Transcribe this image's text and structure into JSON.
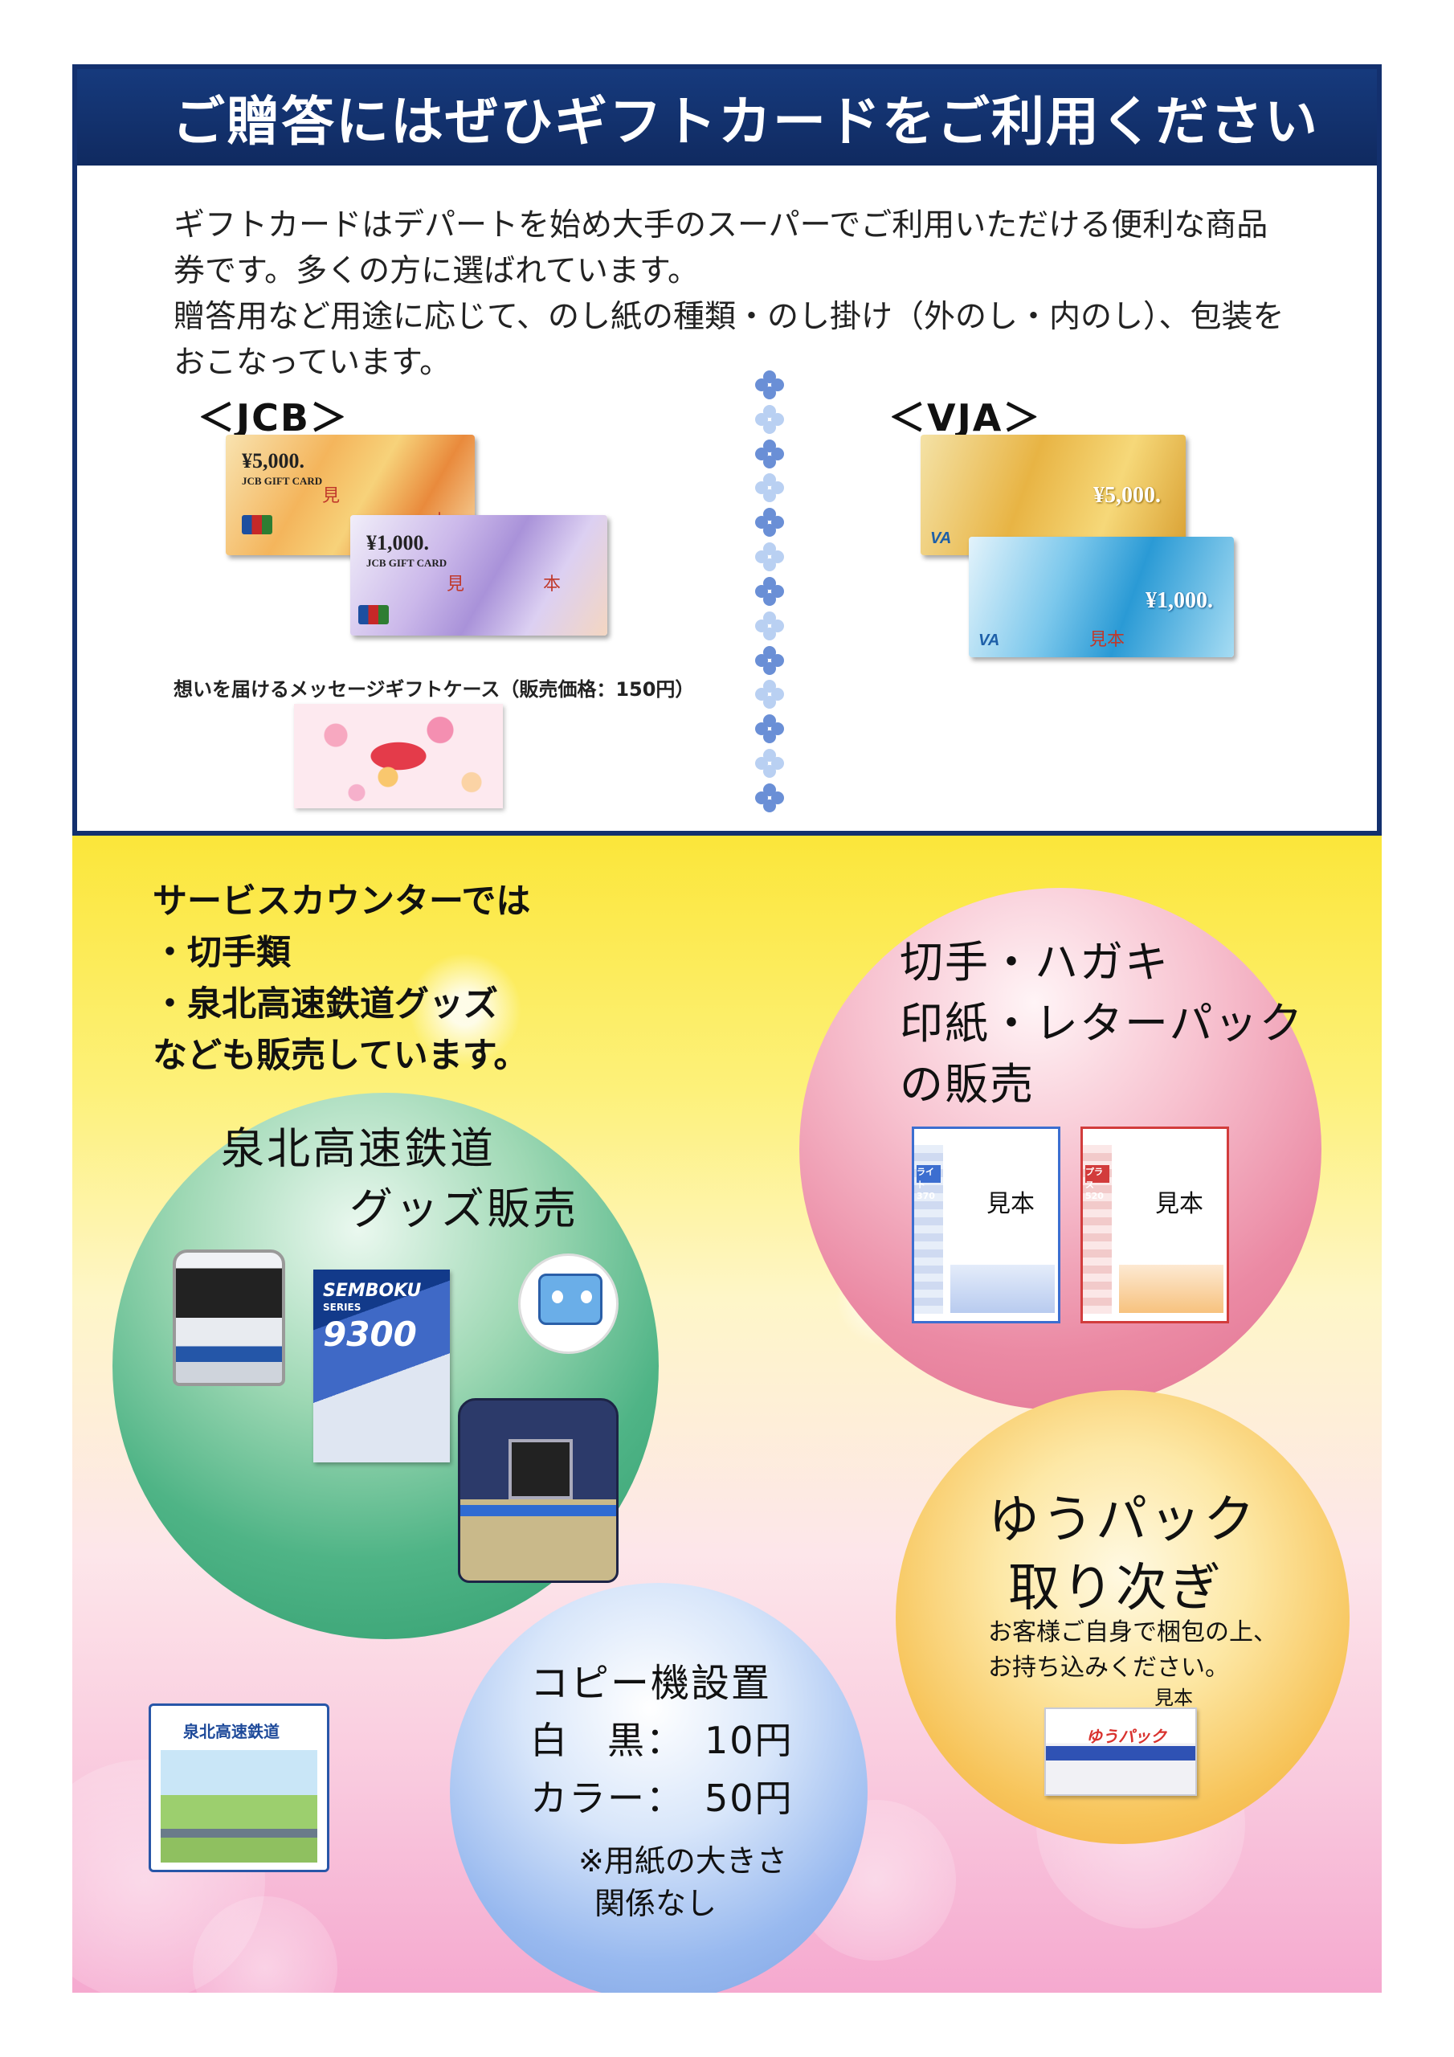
{
  "gift": {
    "title": "ご贈答にはぜひギフトカードをご利用ください",
    "intro_line1": "ギフトカードはデパートを始め大手のスーパーでご利用いただける便利な商品",
    "intro_line2": "券です。多くの方に選ばれています。",
    "intro_line3": "贈答用など用途に応じて、のし紙の種類・のし掛け（外のし・内のし）、包装を",
    "intro_line4": "おこなっています。",
    "jcb_label": "＜JCB＞",
    "vja_label": "＜VJA＞",
    "jcb_cards": [
      {
        "amount": "¥5,000.",
        "name": "JCB GIFT CARD",
        "mihon": "見",
        "mihon2": "本"
      },
      {
        "amount": "¥1,000.",
        "name": "JCB GIFT CARD",
        "mihon": "見",
        "mihon2": "本"
      }
    ],
    "vja_cards": [
      {
        "amount": "¥5,000.",
        "mark": "VA"
      },
      {
        "amount": "¥1,000.",
        "mark": "VA",
        "mihon": "見本"
      }
    ],
    "gift_case_caption": "想いを届けるメッセージギフトケース（販売価格：150円）"
  },
  "service": {
    "intro_line1": "サービスカウンターでは",
    "intro_line2": "・切手類",
    "intro_line3": "・泉北高速鉄道グッズ",
    "intro_line4": "なども販売しています。",
    "goods_title_1": "泉北高速鉄道",
    "goods_title_2": "グッズ販売",
    "goods_clearfile_brand": "SEMBOKU",
    "goods_clearfile_series": "SERIES",
    "goods_clearfile_number": "9300",
    "goods_postcard_title": "泉北高速鉄道",
    "stamps_line1": "切手・ハガキ",
    "stamps_line2": "印紙・レターパック",
    "stamps_line3": "の販売",
    "letterpack_light_mark": "ライト 370",
    "letterpack_plus_mark": "プラス 520",
    "letterpack_sample": "見本",
    "yupack_title_1": "ゆうパック",
    "yupack_title_2": "取り次ぎ",
    "yupack_note_1": "お客様ご自身で梱包の上、",
    "yupack_note_2": "お持ち込みください。",
    "yupack_box_logo": "ゆうパック",
    "yupack_box_sample": "見本",
    "copy_title": "コピー機設置",
    "copy_bw": "白　黒：　10円",
    "copy_color": "カラー：　50円",
    "copy_note_1": "※用紙の大きさ",
    "copy_note_2": "関係なし"
  },
  "colors": {
    "title_bar": "#13306e",
    "sphere_green": "#4fb486",
    "sphere_pink": "#eb8aa4",
    "sphere_orange": "#f7c45a",
    "sphere_blue": "#98b9ef"
  }
}
